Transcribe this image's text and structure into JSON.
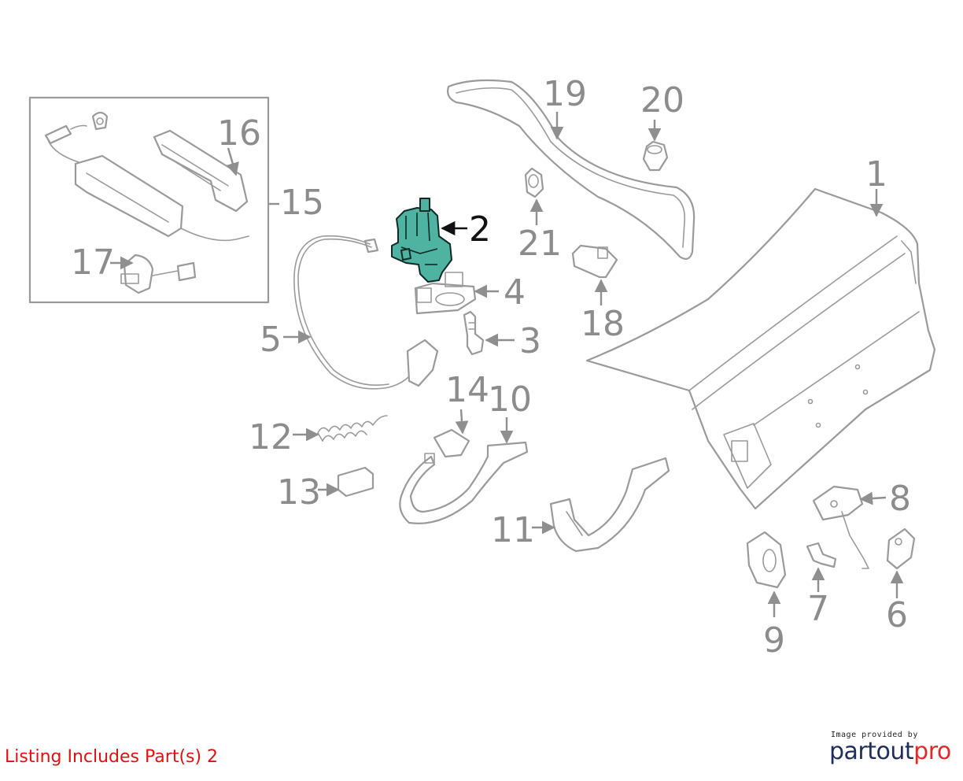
{
  "diagram": {
    "callouts": [
      {
        "id": "1",
        "label": "1",
        "highlighted": false
      },
      {
        "id": "2",
        "label": "2",
        "highlighted": true
      },
      {
        "id": "3",
        "label": "3",
        "highlighted": false
      },
      {
        "id": "4",
        "label": "4",
        "highlighted": false
      },
      {
        "id": "5",
        "label": "5",
        "highlighted": false
      },
      {
        "id": "6",
        "label": "6",
        "highlighted": false
      },
      {
        "id": "7",
        "label": "7",
        "highlighted": false
      },
      {
        "id": "8",
        "label": "8",
        "highlighted": false
      },
      {
        "id": "9",
        "label": "9",
        "highlighted": false
      },
      {
        "id": "10",
        "label": "10",
        "highlighted": false
      },
      {
        "id": "11",
        "label": "11",
        "highlighted": false
      },
      {
        "id": "12",
        "label": "12",
        "highlighted": false
      },
      {
        "id": "13",
        "label": "13",
        "highlighted": false
      },
      {
        "id": "14",
        "label": "14",
        "highlighted": false
      },
      {
        "id": "15",
        "label": "15",
        "highlighted": false
      },
      {
        "id": "16",
        "label": "16",
        "highlighted": false
      },
      {
        "id": "17",
        "label": "17",
        "highlighted": false
      },
      {
        "id": "18",
        "label": "18",
        "highlighted": false
      },
      {
        "id": "19",
        "label": "19",
        "highlighted": false
      },
      {
        "id": "20",
        "label": "20",
        "highlighted": false
      },
      {
        "id": "21",
        "label": "21",
        "highlighted": false
      }
    ],
    "highlight_color": "#4fb3a2",
    "line_color": "#9a9a9a"
  },
  "footer": {
    "listing_note": "Listing Includes Part(s) 2",
    "listing_note_color": "#e01010",
    "brand_caption": "Image provided by",
    "brand_name_part1": "partout",
    "brand_name_part2": "pro",
    "brand_colors": {
      "primary": "#1f2f5c",
      "accent": "#e02a2a"
    }
  }
}
